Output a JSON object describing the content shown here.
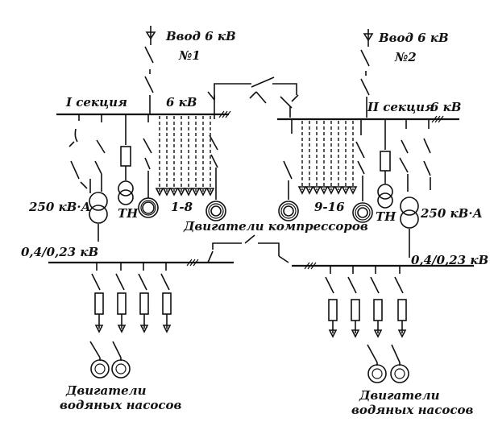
{
  "labels": {
    "input1_line1": "Ввод 6 кВ",
    "input1_line2": "№1",
    "input2_line1": "Ввод 6 кВ",
    "input2_line2": "№2",
    "section1": "I секция",
    "section1_voltage": "6 кВ",
    "section2": "II секция",
    "section2_voltage": "6 кВ",
    "transformer_left": "250 кВ·А",
    "transformer_right": "250 кВ·А",
    "vt_left": "ТН",
    "vt_right": "ТН",
    "feeders_left": "1-8",
    "feeders_right": "9-16",
    "compressor_motors": "Двигатели компрессоров",
    "lv_left": "0,4/0,23 кВ",
    "lv_right": "0,4/0,23 кВ",
    "pumps_left_line1": "Двигатели",
    "pumps_left_line2": "водяных насосов",
    "pumps_right_line1": "Двигатели",
    "pumps_right_line2": "водяных насосов"
  }
}
